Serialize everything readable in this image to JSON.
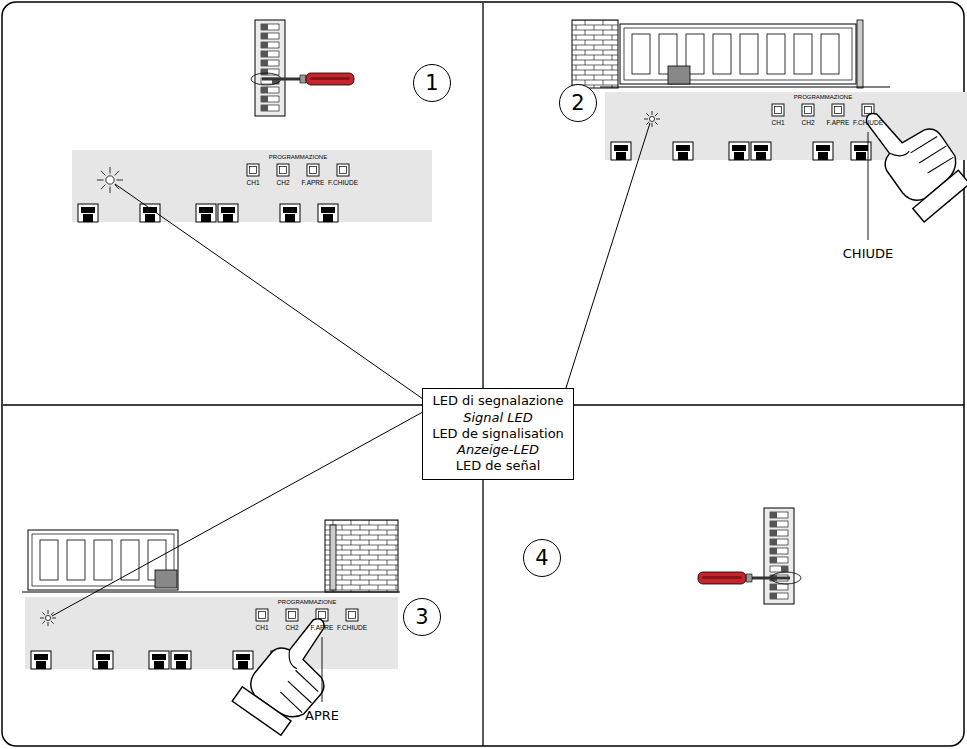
{
  "diagram": {
    "nodes": [
      {
        "text": [
          "1"
        ]
      },
      {
        "text": [
          "2"
        ]
      },
      {
        "text": [
          "3"
        ]
      },
      {
        "text": [
          "4"
        ]
      },
      {
        "text": [
          "LED di segnalazione",
          "Signal LED",
          "LED de signalisation",
          "Anzeige-LED",
          "LED de señal"
        ]
      }
    ],
    "labels": [
      "PROGRAMMAZIONE",
      "CH1",
      "CH2",
      "F.APRE",
      "F.CHIUDE",
      "PROGRAMMAZIONE",
      "CH1",
      "CH2",
      "F.APRE",
      "F.CHIUDE",
      "CHIUDE",
      "PROGRAMMAZIONE",
      "CH1",
      "CH2",
      "F.APRE",
      "F.CHIUDE",
      "APRE"
    ]
  }
}
